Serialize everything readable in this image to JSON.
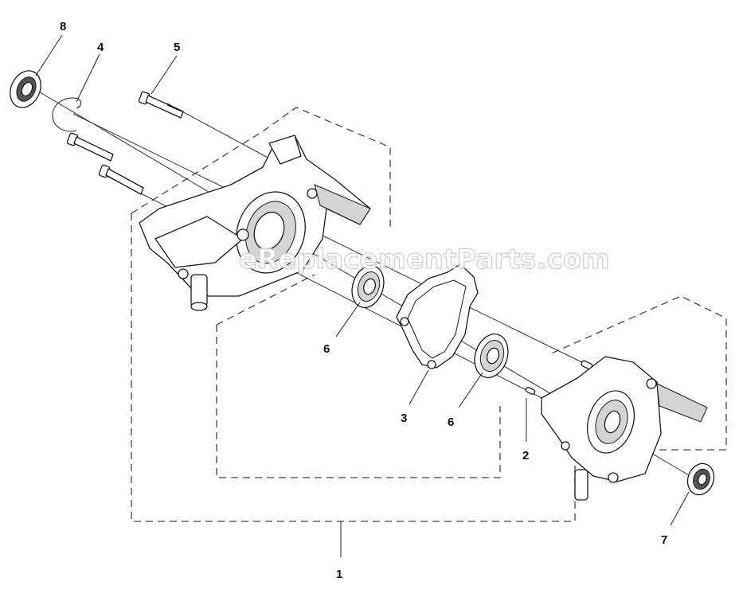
{
  "watermark": "eReplacementParts.com",
  "callouts": {
    "c1": "1",
    "c2": "2",
    "c3": "3",
    "c4": "4",
    "c5": "5",
    "c6a": "6",
    "c6b": "6",
    "c7": "7",
    "c8": "8"
  }
}
